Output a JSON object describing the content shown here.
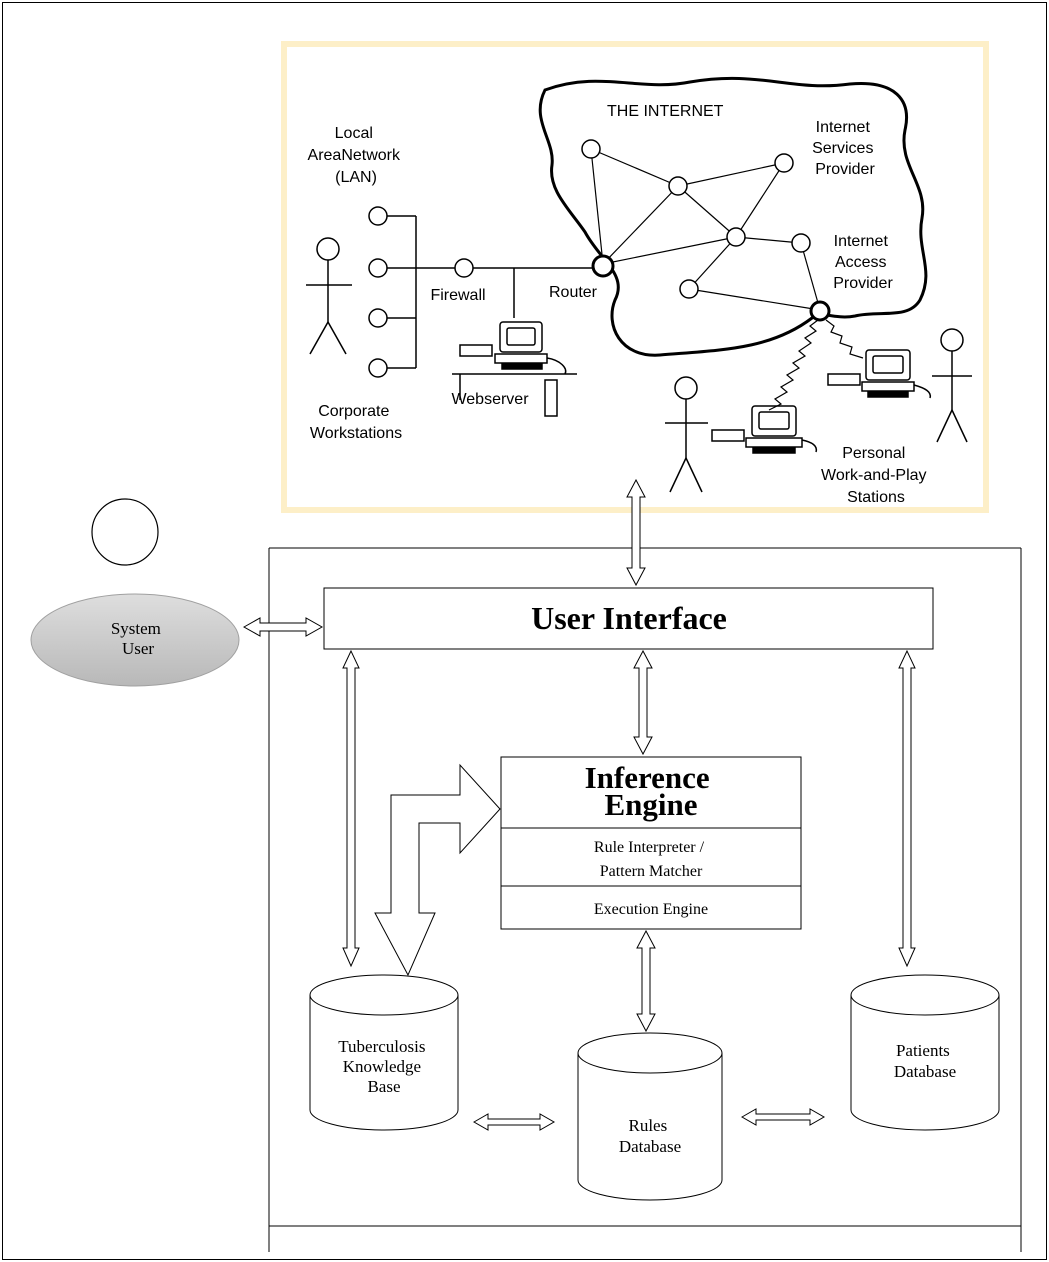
{
  "internet_panel": {
    "cloud_title": "THE INTERNET",
    "lan": [
      "Local",
      "AreaNetwork",
      "(LAN)"
    ],
    "corporate": [
      "Corporate",
      "Workstations"
    ],
    "firewall": "Firewall",
    "router": "Router",
    "webserver": "Webserver",
    "isp": [
      "Internet",
      "Services",
      "Provider"
    ],
    "iap": [
      "Internet",
      "Access",
      "Provider"
    ],
    "personal": [
      "Personal",
      "Work-and-Play",
      "Stations"
    ]
  },
  "system_user": {
    "lines": [
      "System",
      "User"
    ],
    "color": "#cccccc"
  },
  "user_interface": {
    "label": "User Interface"
  },
  "inference_engine": {
    "title_lines": [
      "Inference",
      "Engine"
    ],
    "rule_lines": [
      "Rule Interpreter /",
      "Pattern Matcher"
    ],
    "execution": "Execution Engine"
  },
  "databases": {
    "knowledge": [
      "Tuberculosis",
      "Knowledge",
      "Base"
    ],
    "rules": [
      "Rules",
      "Database"
    ],
    "patients": [
      "Patients",
      "Database"
    ]
  },
  "colors": {
    "panel_border": "#fdefc8",
    "stroke": "#000000"
  }
}
